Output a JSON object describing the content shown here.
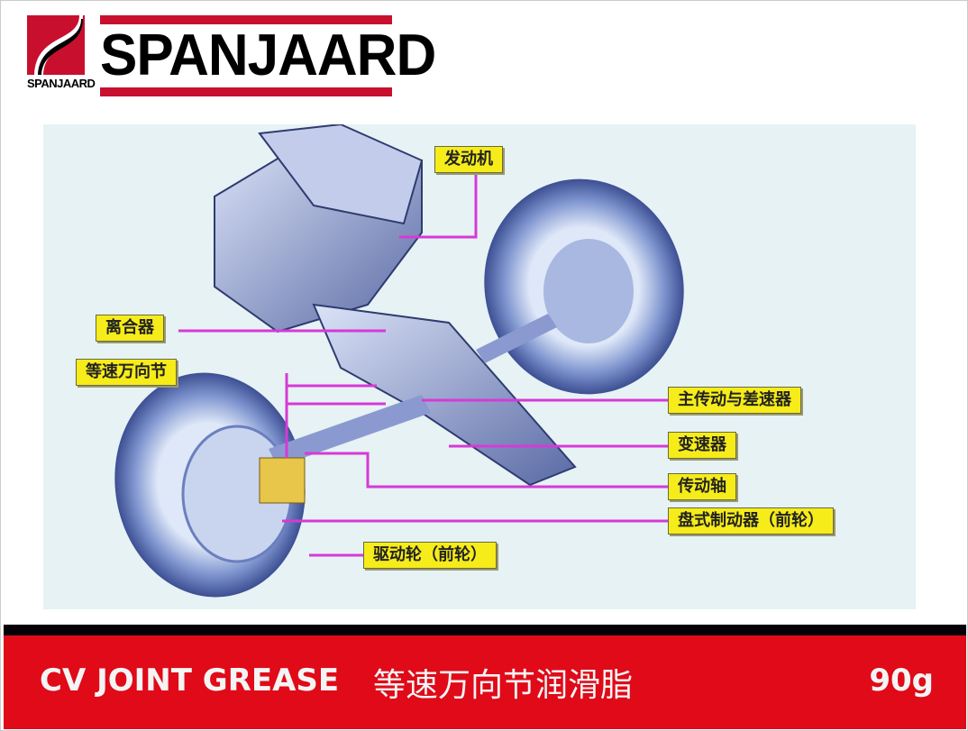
{
  "brand": {
    "name": "SPANJAARD",
    "mark_text": "SPANJAARD"
  },
  "diagram": {
    "labels": {
      "engine": "发动机",
      "clutch": "离合器",
      "cv_joint": "等速万向节",
      "final_drive": "主传动与差速器",
      "gearbox": "变速器",
      "drive_shaft": "传动轴",
      "disc_brake": "盘式制动器（前轮）",
      "drive_wheel": "驱动轮（前轮）"
    },
    "colors": {
      "label_bg": "#f6ec1a",
      "leader": "#d63ad6",
      "background": "#e6f2f4"
    }
  },
  "footer": {
    "title": "CV JOINT GREASE",
    "title_cn": "等速万向节润滑脂",
    "weight": "90g",
    "color": "#e00a18"
  }
}
